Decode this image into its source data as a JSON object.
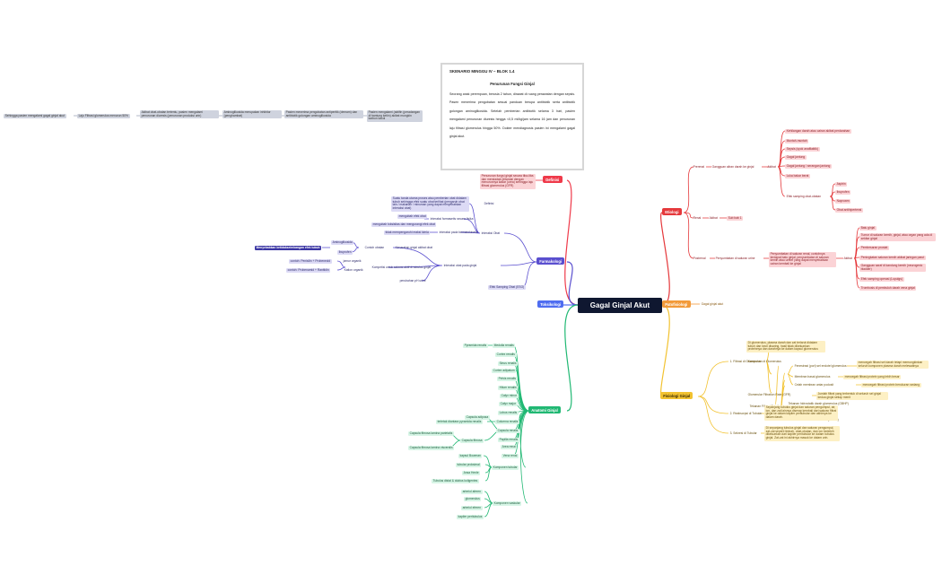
{
  "central": "Gagal Ginjal Akut",
  "colors": {
    "central": "#0f1730",
    "definisi": "#ef3a4a",
    "etiologi": "#e5383b",
    "farmakologi": "#5a4fcf",
    "toksikologi": "#4f6df0",
    "patofisiologi": "#f29a3a",
    "fisiologi": "#f2c230",
    "anatomi": "#20b873",
    "chain": "#9aa3b8"
  },
  "scenario": {
    "title": "SKENARIO MINGGU IV – BLOK 1.4",
    "subtitle": "Penurunan Fungsi Ginjal",
    "body": "Seorang anak perempuan, berusia 2 tahun, dirawat di ruang perawatan dengan sepsis. Pasen menerima pengobatan sesuai panduan berupa antibiotik serta antibiotik golongan aminoglikosida. Setelah pemberian antibiotik selama 3 hari, pasien mengalami penurunan diuresis hingga <0,5 ml/kg/jam selama 16 jam dan penurunan laju filtrasi glomerulus hingga 50%. Dokter mendiagnosis pasien ini mengalami gagal ginjal akut."
  },
  "chain": [
    "Pasien mengalami (aktifin (peradangan di bantung ketiin) akibat mungkin karbon kacol",
    "Pasien menerima pengobatan antiperitik (demam) dan antibiotik golongan aminoglikosida",
    "Aminoglikosida merupakan inhibitor (penghambat)",
    "Akibat obat-obatan tertentu, pasien mengalami penurunan diuresis (penurunan produksi urin)",
    "Laju Filtrasi glomerulus menurun 50%",
    "Sehingga pasien mengalami gagal ginjal akut"
  ],
  "definisi": {
    "label": "Definisi",
    "text": "Penurunan fungsi ginjal secara tiba-tiba dan mendadak (ditandai dengan menurunnya kadar (urea) sehingga laju filtrasi glomerulus (GFR)"
  },
  "etiologi": {
    "label": "Etiologi",
    "prerenal": "Prerenal",
    "prerenal_cause": "Gangguan aliran darah ke ginjal",
    "akibat": "Akibat",
    "prerenal_items": [
      "Kehilangan darah atau cairan akibat perdarahan",
      "Muntah-muntah",
      "Sepsis (syok anafilaktik)",
      "Gagal jantung",
      "Gagal jantung / serangan jantung",
      "Luka bakar berat"
    ],
    "efek_label": "Efek samping obat-obatan",
    "efek_items": [
      "Aspirin",
      "Ibuprofen",
      "Naproxen",
      "Obat antihipertensi"
    ],
    "renal": "Renal",
    "renal_akibat": "Akibat",
    "renal_result": "Sub bab 1",
    "postrenal": "Postrenal",
    "postrenal_cause": "Penyumbatan di saluran urine",
    "postrenal_desc": "Penyumbatan di saluran renal, contohnya terdapat batu ginjal, penyumbatan di saluran kemih atau ureter yang dapat menyebabkan cairan kembali ke ginjal",
    "postrenal_akibat": "Akibat",
    "postrenal_items": [
      "Batu ginjal",
      "Tumor di saluran kemih, ginjal, atau organ yang ada di sekitar ginjal",
      "Pembesaran prostat",
      "Peningkatan saluran kemih akibat jaringan parut",
      "Gangguan saraf di kandung kemih (neurogenic bladder)",
      "Efek samping operasi (Lupulgs)",
      "Trombosis di pembuluh darah vena ginjal"
    ]
  },
  "farmakologi": {
    "label": "Farmakologi",
    "definisi_label": "Definisi",
    "definisi_text": "Suatu tanda utama proses atau pemberian obat didalam tubuh sehingga efek suatu obat terlihat (pengaruh obat lain / makanan / minuman yang dapat menyebabkan interaksi obat)",
    "interaksi_label": "Interaksi Obat",
    "interaksi_items": [
      "Interaksi farmasetis secara fisika",
      "Interaksi pada farmakokinetik",
      "Interaksi obat pada ginjal"
    ],
    "interaksi_sub": [
      "mengubah efek obat",
      "mengubah toksisitas dan mengurangi efek obat",
      "tidak mempengaruhi reaksi kimia"
    ],
    "contoh_label": "Contoh obatan",
    "kerusakan_label": "Kerusakan ginjal akibat obat",
    "contoh_items": [
      "Aminoglikosida",
      "Ibuprofen"
    ],
    "penyebab_label": "Menyebabkan ketidakseimbangan efek tubuh",
    "kompetisi_label": "Kompetisi untuk sekresi aktif di tubulus ginjal",
    "kompetisi_a": "jamur organik",
    "kompetisi_b": "Kation organik",
    "kompetisi_a_ex": "contoh: Penisilin + Probenecid",
    "kompetisi_b_ex": "contoh: Probenamid + Ranitidin",
    "perubahan": "perubahan pH urine",
    "efek_samping": "Efek Samping Obat (ESO)"
  },
  "toksikologi": {
    "label": "Toksikologi"
  },
  "patofisiologi": {
    "label": "Patofisiologi",
    "text": "Gagal ginjal akut"
  },
  "fisiologi": {
    "label": "Fisiologi Ginjal",
    "intro": "Di glomerulus, plasma darah dan zat terlarut didalam tubuh dan kecil disaring, hasil tidak dikeluarkan proteinnya dan darahnya ke dalam kapsul glomerulus",
    "filtrasi": "1. Filtrasi di Glomerulus",
    "komponen": "Komponen di Glomerulus",
    "komponen_items": [
      "Fenestrasi (pori) sel endotel glomerulus",
      "Membran basal glomerulus",
      "Celah membran antar podosit"
    ],
    "komponen_desc": [
      "mencegah filtrasi sel darah tetapi memungkinkan seluruh komponen plasma darah melewatinya",
      "mencegah filtrasi protein yang lebih besar",
      "mencegah filtrasi protein berukuran sedang"
    ],
    "tekanan": "Tekanan Filtrasi Bersih",
    "tekanan_items": [
      "Tekanan hidrostatik darah glomerulus (GBHP)",
      "Tekanan hidrostatik kapsular (CHP)",
      "Tekanan osmotik koloid darah (BCOP)"
    ],
    "gfr": "Glomerular Filtration Rate (GFR)",
    "gfr_desc": "Jumlah filtrat yang terbentuk di seluruh sel ginjal kedua ginjal setiap menit",
    "reabsorpsi": "2. Reabsorpsi di Tubular",
    "reabsorpsi_desc": "Sepanjang tubulus ginjal dan saluran pengumpul, air, ion, dan zat lainnya diserap kembali dari saluran filtrat ginjal ke dalam kapiler peritubular dan akhirnya ke dalam darah.",
    "sekresi": "3. Sekresi di Tubular",
    "sekresi_desc": "Di sepanjang tubulus ginjal dan saluran pengumpul, zat-zat seperti limbah, obat-obatan, dan ion berlebih dikeluarkan dari kapiler peritubular ke dalam tubulus ginjal. Zat-zat ini akhirnya masuk ke dalam urin."
  },
  "anatomi": {
    "label": "Anatomi Ginjal",
    "items": [
      "Medulla renalis",
      "Cortex renalis",
      "Sinus renalis",
      "Cortex adipatum",
      "Pelvis renalis",
      "Hilum renalis",
      "Calyx minor",
      "Calyx major",
      "Lobus renalis",
      "Columna renalis",
      "Capsula renalis",
      "Papilla renalis",
      "Area renal",
      "Vena renal"
    ],
    "medulla_left": "Pyramida renalis",
    "columna_left": "terletak diantara pyramida renalis",
    "capsula_sub": [
      "Capsula adiposa",
      "Capsula fibrosa"
    ],
    "fibrosa_sub": [
      "Capsula fibrosa lamina parietalis",
      "Capsula fibrosa lamina visceralis"
    ],
    "tubular_label": "Komponen tubular",
    "tubular_items": [
      "kapsul Bowman",
      "tubular proksimal",
      "Ansa Henle",
      "Tubulus distal & duktus koligentes"
    ],
    "vaskular_label": "Komponen vaskular",
    "vaskular_items": [
      "arteriol aferen",
      "glomerulus",
      "arteriol eferen",
      "kapiler peritubulus"
    ]
  }
}
